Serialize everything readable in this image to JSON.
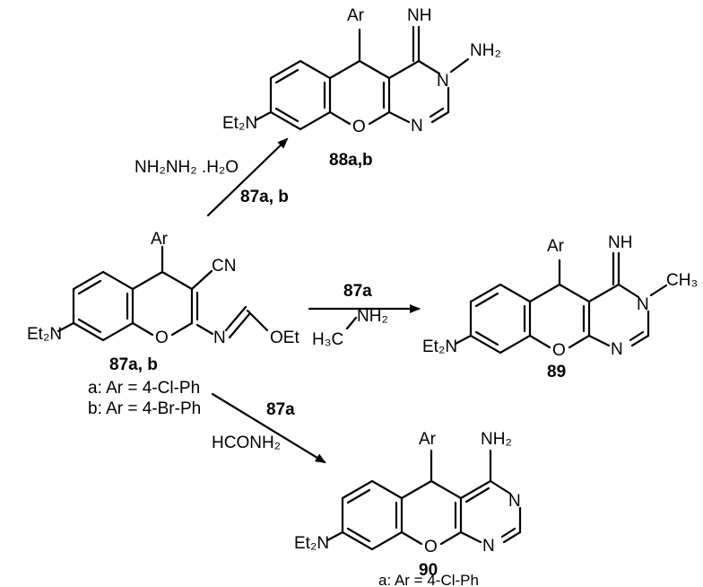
{
  "diagram": {
    "compounds": {
      "start": {
        "ar": "Ar",
        "cn": "CN",
        "et2n": "Et₂N",
        "o": "O",
        "n": "N",
        "oet": "OEt",
        "id": "87a, b",
        "note_a": "a: Ar = 4-Cl-Ph",
        "note_b": "b: Ar = 4-Br-Ph"
      },
      "p88": {
        "ar": "Ar",
        "nh": "NH",
        "nh2": "NH₂",
        "n3": "N",
        "et2n": "Et₂N",
        "o": "O",
        "n1": "N",
        "id": "88a,b"
      },
      "p89": {
        "ar": "Ar",
        "nh": "NH",
        "ch3": "CH₃",
        "n3": "N",
        "et2n": "Et₂N",
        "o": "O",
        "n1": "N",
        "id": "89"
      },
      "p90": {
        "ar": "Ar",
        "nh2": "NH₂",
        "n3": "N",
        "et2n": "Et₂N",
        "o": "O",
        "n1": "N",
        "id": "90",
        "note": "a: Ar = 4-Cl-Ph"
      }
    },
    "arrows": {
      "to88": {
        "reagent": "NH₂NH₂ .H₂O",
        "substrate": "87a, b"
      },
      "to89": {
        "substrate": "87a",
        "reagent_nh2": "NH₂",
        "reagent_ch3": "H₃C"
      },
      "to90": {
        "substrate": "87a",
        "reagent": "HCONH₂"
      }
    }
  }
}
